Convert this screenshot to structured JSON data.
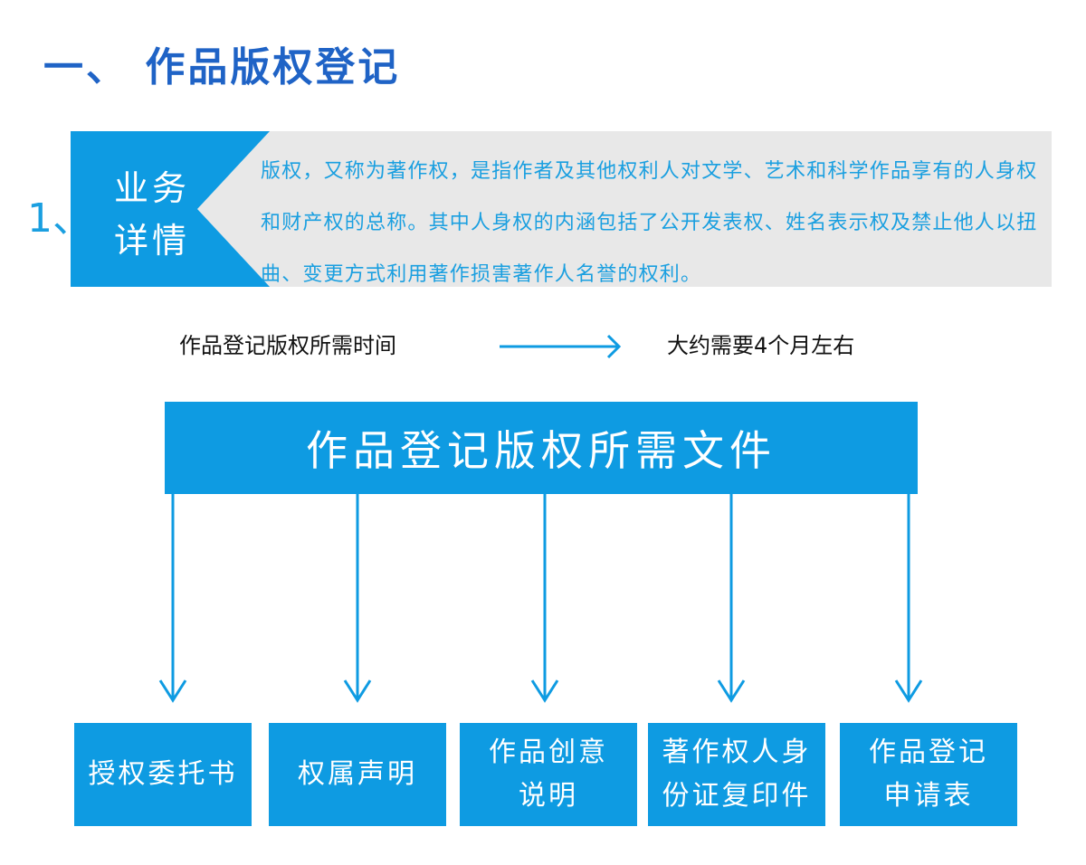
{
  "title": "一、 作品版权登记",
  "section_number": "1、",
  "badge_lines": [
    "业务",
    "详情"
  ],
  "detail_text": "版权，又称为著作权，是指作者及其他权利人对文学、艺术和科学作品享有的人身权和财产权的总称。其中人身权的内涵包括了公开发表权、姓名表示权及禁止他人以扭曲、变更方式利用著作损害著作人名誉的权利。",
  "time_label": "作品登记版权所需时间",
  "time_value": "大约需要4个月左右",
  "docs_title": "作品登记版权所需文件",
  "documents": [
    {
      "line1": "授权委托书",
      "line2": ""
    },
    {
      "line1": "权属声明",
      "line2": ""
    },
    {
      "line1": "作品创意",
      "line2": "说明"
    },
    {
      "line1": "著作权人身",
      "line2": "份证复印件"
    },
    {
      "line1": "作品登记",
      "line2": "申请表"
    }
  ],
  "colors": {
    "primary": "#0e9be2",
    "title": "#1f63c6",
    "card_bg": "#e8e8e8"
  }
}
